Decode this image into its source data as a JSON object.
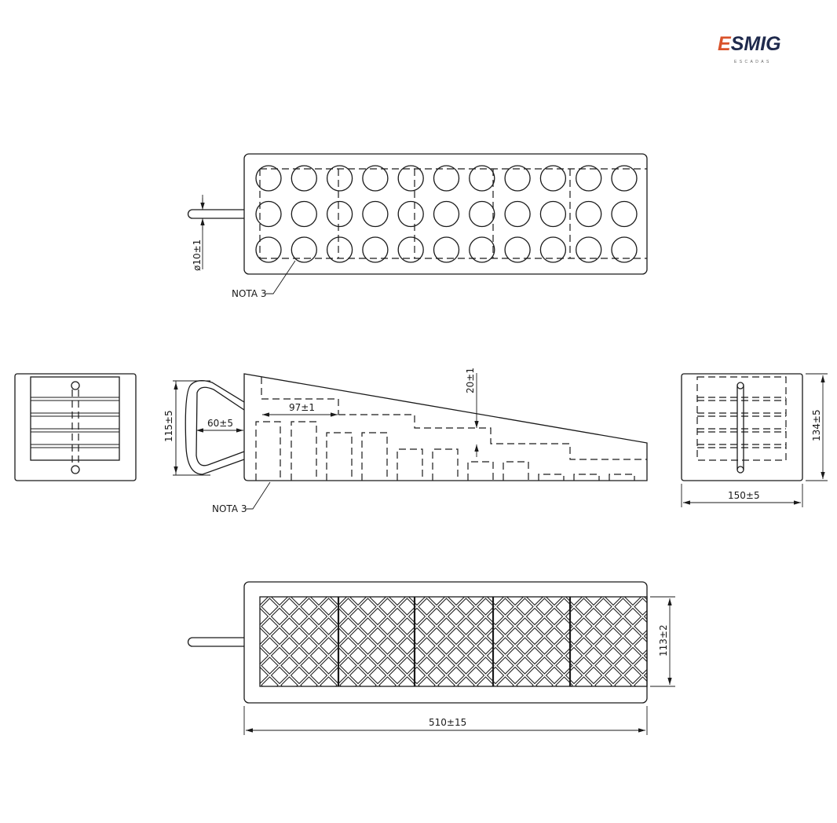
{
  "logo": {
    "brand": "ESMIG",
    "brand_letter": "E",
    "brand_rest": "SMIG",
    "subtitle": "ESCADAS",
    "accent_color": "#d9532b",
    "dark_color": "#1f2a4d"
  },
  "top_view": {
    "hole_rows": 3,
    "hole_cols": 11,
    "diameter_label": "ø10±1",
    "note_label": "NOTA 3"
  },
  "side_view": {
    "height_label": "115±5",
    "handle_label": "60±5",
    "step_label": "97±1",
    "step_height_label": "20±1",
    "note_label": "NOTA 3"
  },
  "end_view": {
    "height_label": "134±5",
    "width_label": "150±5"
  },
  "bottom_view": {
    "width_label": "113±2",
    "length_label": "510±15",
    "cells": 5
  }
}
